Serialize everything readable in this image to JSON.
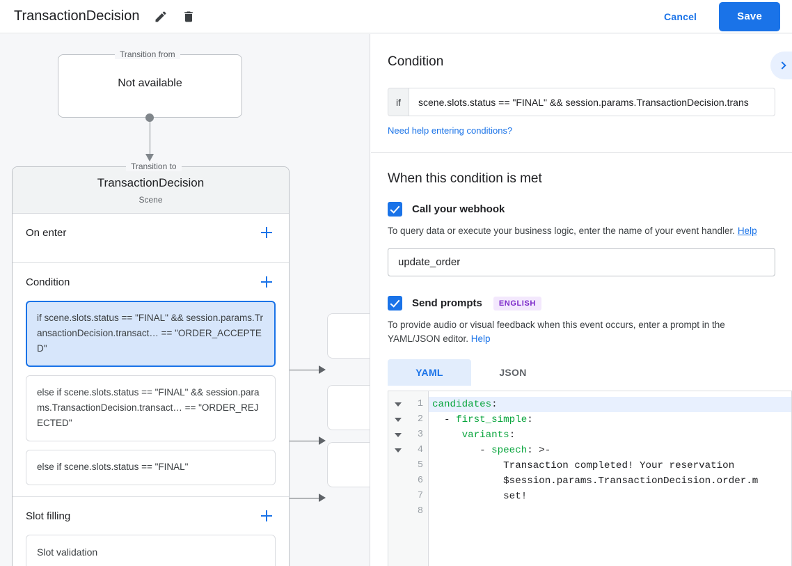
{
  "header": {
    "title": "TransactionDecision",
    "edit_icon": "pencil-icon",
    "delete_icon": "trash-icon",
    "cancel_label": "Cancel",
    "save_label": "Save",
    "accent_color": "#1a73e8"
  },
  "canvas": {
    "transition_from": {
      "legend": "Transition from",
      "node_label": "Not available"
    },
    "transition_to": {
      "legend": "Transition to",
      "title": "TransactionDecision",
      "subtitle": "Scene"
    },
    "sections": [
      {
        "title": "On enter",
        "add_icon": "plus-icon"
      },
      {
        "title": "Condition",
        "add_icon": "plus-icon"
      },
      {
        "title": "Slot filling",
        "add_icon": "plus-icon"
      }
    ],
    "conditions": [
      {
        "text": "if scene.slots.status == \"FINAL\" && session.params.TransactionDecision.transact… == \"ORDER_ACCEPTED\"",
        "selected": true
      },
      {
        "text": "else if scene.slots.status == \"FINAL\" && session.params.TransactionDecision.transact… == \"ORDER_REJECTED\"",
        "selected": false
      },
      {
        "text": "else if scene.slots.status == \"FINAL\"",
        "selected": false
      }
    ],
    "slot_filling_item": "Slot validation"
  },
  "right_panel": {
    "condition_heading": "Condition",
    "collapse_icon": "chevron-right-icon",
    "if_prefix": "if",
    "if_value": "scene.slots.status == \"FINAL\" && session.params.TransactionDecision.trans",
    "help_link": "Need help entering conditions?",
    "when_met_heading": "When this condition is met",
    "webhook": {
      "label": "Call your webhook",
      "checked": true,
      "helper_prefix": "To query data or execute your business logic, enter the name of your event handler. ",
      "helper_link": "Help",
      "value": "update_order"
    },
    "prompts": {
      "label": "Send prompts",
      "checked": true,
      "badge": "ENGLISH",
      "helper_prefix": "To provide audio or visual feedback when this event occurs, enter a prompt in the YAML/JSON editor. ",
      "helper_link": "Help",
      "tabs": [
        {
          "label": "YAML",
          "active": true
        },
        {
          "label": "JSON",
          "active": false
        }
      ]
    },
    "editor": {
      "line_numbers": [
        "1",
        "2",
        "3",
        "4",
        "5",
        "6",
        "7",
        "8"
      ],
      "fold_rows": [
        true,
        true,
        true,
        true,
        false,
        false,
        false,
        false
      ],
      "lines": [
        {
          "key": "candidates",
          "suffix": ":",
          "indent": "",
          "dash": "",
          "highlight": true
        },
        {
          "key": "first_simple",
          "suffix": ":",
          "indent": "  ",
          "dash": "- ",
          "highlight": false
        },
        {
          "key": "variants",
          "suffix": ":",
          "indent": "     ",
          "dash": "",
          "highlight": false
        },
        {
          "key": "speech",
          "suffix": ": >-",
          "indent": "        ",
          "dash": "- ",
          "highlight": false
        },
        {
          "key": "",
          "suffix": "Transaction completed! Your reservation",
          "indent": "            ",
          "dash": "",
          "highlight": false
        },
        {
          "key": "",
          "suffix": "$session.params.TransactionDecision.order.m",
          "indent": "            ",
          "dash": "",
          "highlight": false
        },
        {
          "key": "",
          "suffix": "set!",
          "indent": "            ",
          "dash": "",
          "highlight": false
        },
        {
          "key": "",
          "suffix": "",
          "indent": "",
          "dash": "",
          "highlight": false
        }
      ]
    }
  }
}
